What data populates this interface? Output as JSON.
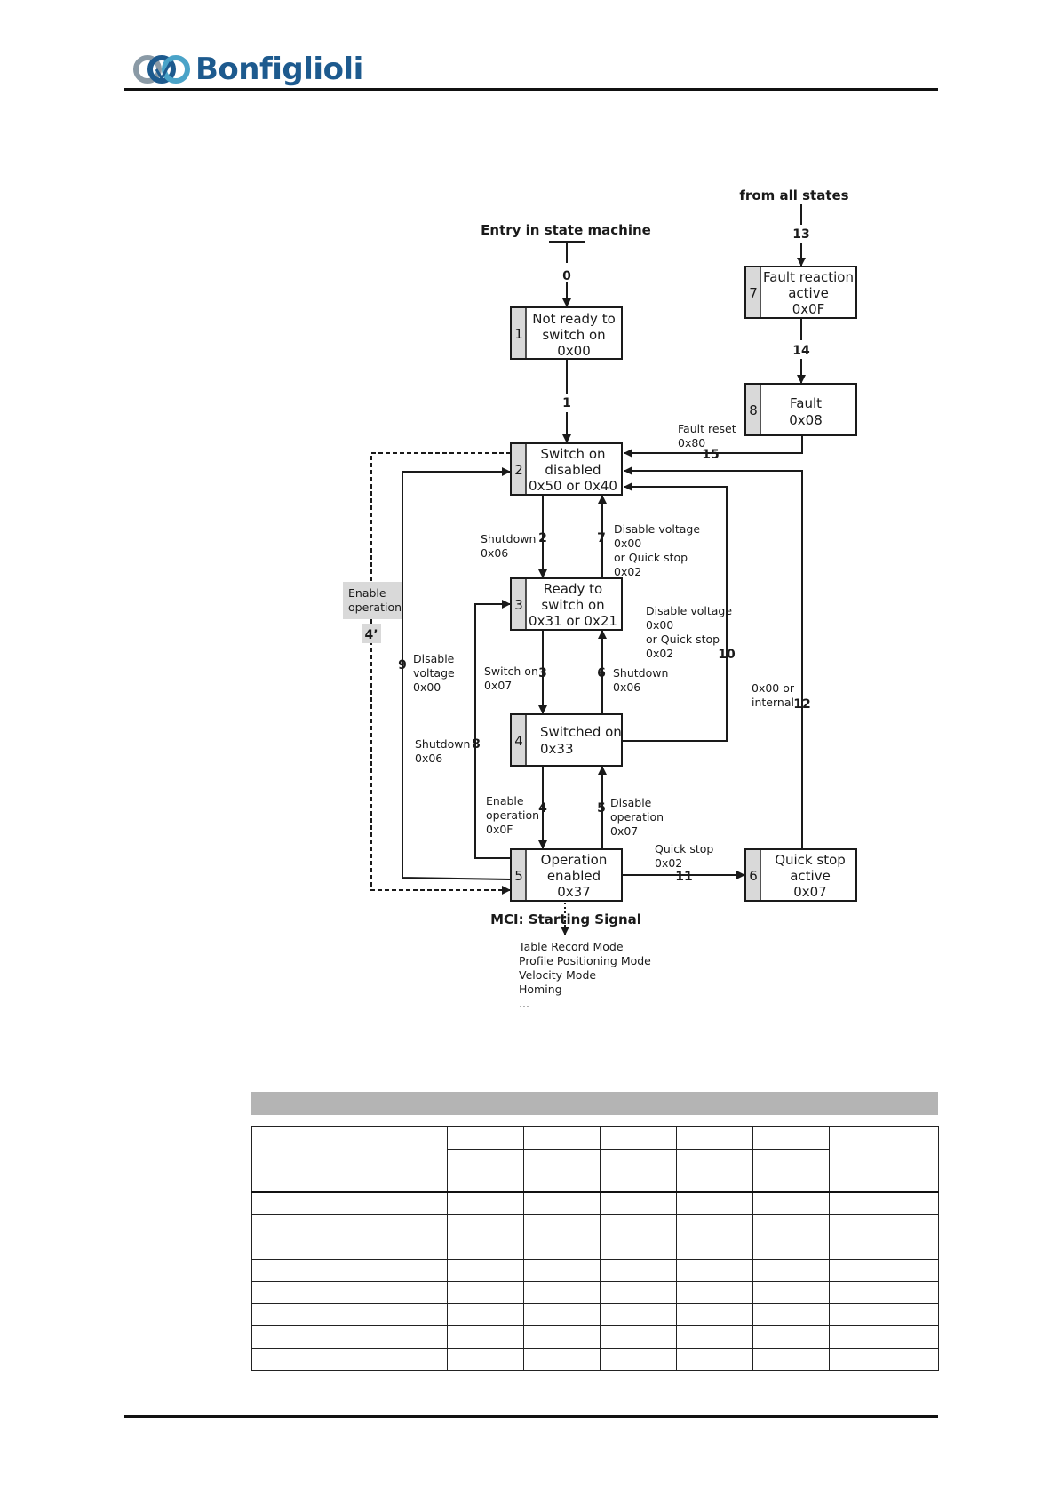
{
  "header": {
    "brand": "Bonfiglioli"
  },
  "diagram": {
    "entry_label": "Entry in state machine",
    "all_states_label": "from all states",
    "states": [
      {
        "num": "1",
        "lines": [
          "Not ready to",
          "switch on",
          "0x00"
        ]
      },
      {
        "num": "2",
        "lines": [
          "Switch on",
          "disabled",
          "0x50 or 0x40"
        ]
      },
      {
        "num": "3",
        "lines": [
          "Ready to",
          "switch on",
          "0x31 or 0x21"
        ]
      },
      {
        "num": "4",
        "lines": [
          "Switched on",
          "0x33"
        ]
      },
      {
        "num": "5",
        "lines": [
          "Operation",
          "enabled",
          "0x37"
        ]
      },
      {
        "num": "6",
        "lines": [
          "Quick stop",
          "active",
          "0x07"
        ]
      },
      {
        "num": "7",
        "lines": [
          "Fault reaction",
          "active",
          "0x0F"
        ]
      },
      {
        "num": "8",
        "lines": [
          "Fault",
          "0x08"
        ]
      }
    ],
    "transitions": {
      "t0": "0",
      "t1": "1",
      "t2": "2",
      "t3": "3",
      "t4": "4",
      "t4p": "4’",
      "t5": "5",
      "t6": "6",
      "t7": "7",
      "t8": "8",
      "t9": "9",
      "t10": "10",
      "t11": "11",
      "t12": "12",
      "t13": "13",
      "t14": "14",
      "t15": "15"
    },
    "labels": {
      "fault_reset": [
        "Fault reset",
        "0x80"
      ],
      "shutdown_2": [
        "Shutdown",
        "0x06"
      ],
      "disable_7": [
        "Disable voltage",
        "0x00",
        "or Quick stop",
        "0x02"
      ],
      "enable_op_4p": [
        "Enable",
        "operation"
      ],
      "disable_10": [
        "Disable voltage",
        "0x00",
        "or Quick stop",
        "0x02"
      ],
      "disable_9": [
        "Disable",
        "voltage",
        "0x00"
      ],
      "switch_on_3": [
        "Switch on",
        "0x07"
      ],
      "shutdown_6": [
        "Shutdown",
        "0x06"
      ],
      "internal_12": [
        "0x00 or",
        "internal"
      ],
      "shutdown_8": [
        "Shutdown",
        "0x06"
      ],
      "enable_op_4": [
        "Enable",
        "operation",
        "0x0F"
      ],
      "disable_op_5": [
        "Disable",
        "operation",
        "0x07"
      ],
      "quick_stop_11": [
        "Quick stop",
        "0x02"
      ]
    },
    "mci_label": "MCI: Starting Signal",
    "modes": [
      "Table Record Mode",
      "Profile Positioning Mode",
      "Velocity Mode",
      "Homing",
      "..."
    ]
  },
  "colors": {
    "brand": "#1d5a8e",
    "state_tab": "#d9d9d9",
    "table_bar": "#b4b4b4"
  }
}
